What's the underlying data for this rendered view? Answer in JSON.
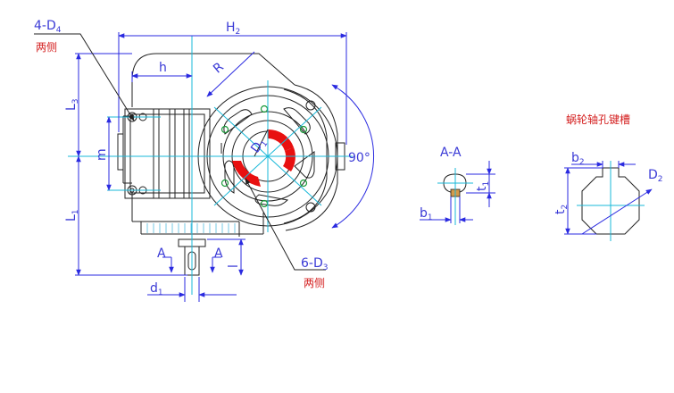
{
  "labels": {
    "holes_4": "4-D",
    "holes_4_sub": "4",
    "both_sides_1": "两侧",
    "H": "H",
    "H_sub": "2",
    "h": "h",
    "R": "R",
    "L3": "L",
    "L3_sub": "3",
    "L1": "L",
    "L1_sub": "1",
    "m": "m",
    "D": "D",
    "D_sub": "1",
    "angle": "90°",
    "l": "l",
    "d1": "d",
    "d1_sub": "1",
    "section_A_left": "A",
    "section_A_right": "A",
    "holes_6": "6-D",
    "holes_6_sub": "3",
    "both_sides_2": "两侧",
    "section_title": "A-A",
    "t1": "t",
    "t1_sub": "1",
    "b1": "b",
    "b1_sub": "1",
    "keyway_title": "蜗轮轴孔键槽",
    "b2": "b",
    "b2_sub": "2",
    "t2": "t",
    "t2_sub": "2",
    "D2": "D",
    "D2_sub": "2"
  },
  "colors": {
    "line": "#222222",
    "dimension": "#2a2ae0",
    "centerline": "#19b8d8",
    "hole_green": "#1a9a3a",
    "keyway_red": "#e81010",
    "text_red": "#d42020"
  }
}
